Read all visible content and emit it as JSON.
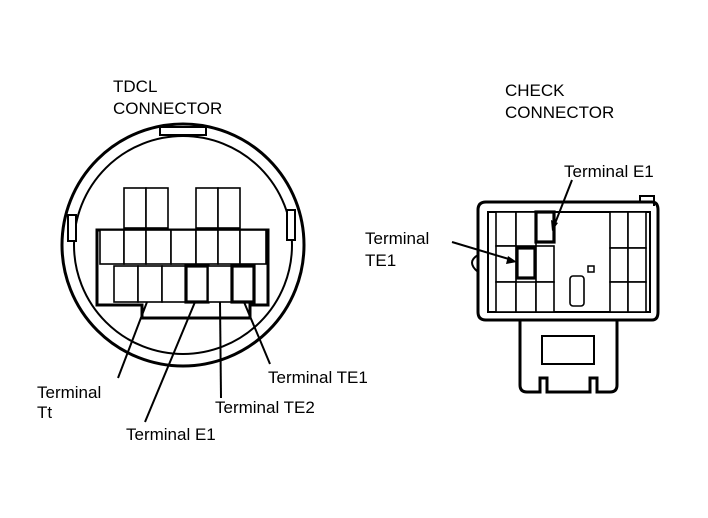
{
  "tdcl": {
    "title_line1": "TDCL",
    "title_line2": "CONNECTOR",
    "labels": {
      "tt_line1": "Terminal",
      "tt_line2": "Tt",
      "e1": "Terminal E1",
      "te2": "Terminal TE2",
      "te1": "Terminal TE1"
    }
  },
  "check": {
    "title_line1": "CHECK",
    "title_line2": "CONNECTOR",
    "labels": {
      "e1": "Terminal E1",
      "te1_line1": "Terminal",
      "te1_line2": "TE1"
    }
  }
}
